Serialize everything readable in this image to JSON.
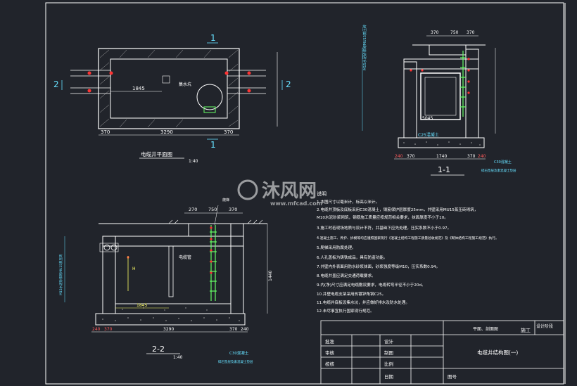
{
  "plan": {
    "section_mark_top": "1",
    "section_mark_bottom": "1",
    "section_mark_left": "2",
    "section_mark_right": "2",
    "dim_inner": "1845",
    "dim_left": "370",
    "dim_middle": "3290",
    "dim_right": "370",
    "callout": "集水坑",
    "title": "电缆井平面图",
    "scale": "1:40"
  },
  "section11": {
    "dims_top": [
      "370",
      "750",
      "370"
    ],
    "dims_bottom": [
      "240",
      "370",
      "1740",
      "370",
      "240"
    ],
    "label_5045": "5045",
    "label_c25": "C25混凝土",
    "label_c30": "C30混凝土",
    "label_base": "碎石垫层及素混凝土垫层",
    "label_side": "M15水泥砂浆砌MU15蒸压砖",
    "title": "1-1"
  },
  "section22": {
    "dims_top": [
      "270",
      "750",
      "370"
    ],
    "dims_bottom": [
      "240",
      "370",
      "3290",
      "370",
      "240"
    ],
    "label_1845": "1845",
    "label_1440": "1440",
    "label_c30": "C30混凝土",
    "label_base": "碎石垫层及素混凝土垫层",
    "label_side": "M15水泥砂浆砌MU15蒸压砖",
    "label_pipe": "电缆管",
    "label_ladder": "爬梯",
    "title": "2-2",
    "scale": "1:40"
  },
  "notes": {
    "heading": "说明",
    "items": [
      "1.本图尺寸以毫米计，标高以米计。",
      "2.电缆井顶板及底板采用C30混凝土，钢筋保护层厚度25mm，井壁采用MU15蒸压砖砌筑，",
      "   M10水泥砂浆砌筑，钢筋施工质量应按规范相关要求，抹面厚度不小于10。",
      "3.施工时若现场地质与设计不符，井基础下应先处理，压实系数不小于0.97。",
      "4.混凝土施工、养护、拆模等均应遵照国家现行《混凝土结构工程施工质量验收规范》及《砌体结构工程施工规范》执行。",
      "5.爬梯采用防腐处理。",
      "6.人孔盖板为铸铁成品，具有防盗功能。",
      "7.井壁内外表面用防水砂浆抹面，砂浆强度等级M10，压实系数0.94。",
      "8.电缆井盖应满足交通荷载要求。",
      "9.内(净)尺寸应满足电缆敷设要求，电缆转弯半径不小于20d。",
      "10.井壁电缆支架采用热镀锌角钢C25。",
      "11.电缆井底板设集水坑，并应做好排水及防水处理。",
      "12.未尽事宜执行国家现行规范。"
    ]
  },
  "watermark": {
    "brand": "沐风网",
    "url": "www.mfcad.com"
  },
  "title_block": {
    "top_mid": "平面、剖面图",
    "design_stage_label": "设计阶段",
    "design_stage_value": "施工",
    "row1": [
      "批准",
      "设计"
    ],
    "row2": [
      "审核",
      "制图"
    ],
    "row3": [
      "校核",
      "比例"
    ],
    "row4": [
      "",
      "日期",
      "图号"
    ],
    "drawing_name": "电缆井结构图(一)"
  }
}
